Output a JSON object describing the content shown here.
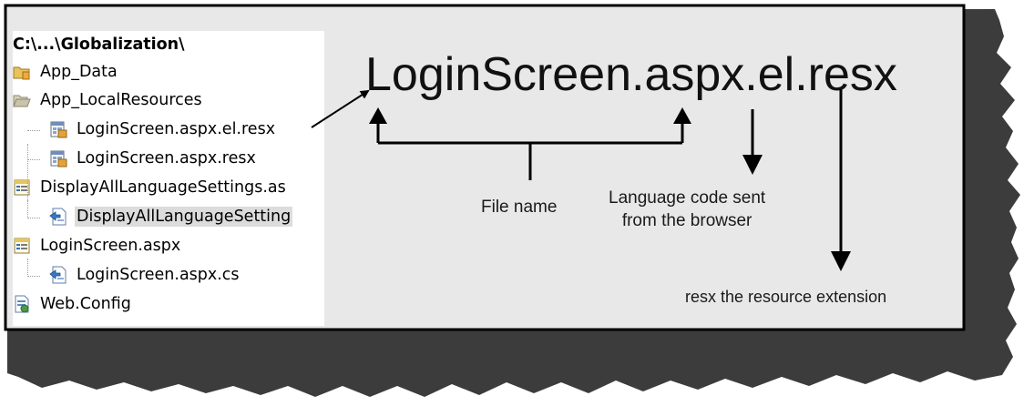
{
  "tree": {
    "root": "C:\\...\\Globalization\\",
    "items": [
      {
        "label": "App_Data",
        "icon": "folder-closed-icon"
      },
      {
        "label": "App_LocalResources",
        "icon": "folder-open-icon"
      },
      {
        "label": "LoginScreen.aspx.el.resx",
        "icon": "resx-file-icon"
      },
      {
        "label": "LoginScreen.aspx.resx",
        "icon": "resx-file-icon"
      },
      {
        "label": "DisplayAllLanguageSettings.as",
        "icon": "aspx-page-icon"
      },
      {
        "label": "DisplayAllLanguageSetting",
        "icon": "cs-code-file-icon",
        "selected": true
      },
      {
        "label": "LoginScreen.aspx",
        "icon": "aspx-page-icon"
      },
      {
        "label": "LoginScreen.aspx.cs",
        "icon": "cs-code-file-icon"
      },
      {
        "label": "Web.Config",
        "icon": "config-file-icon"
      }
    ]
  },
  "annotation": {
    "filename": "LoginScreen.aspx.el.resx",
    "file_name_label": "File name",
    "language_code_line1": "Language code sent",
    "language_code_line2": "from the browser",
    "resx_label": "resx the resource extension"
  },
  "colors": {
    "panel": "#e8e8e8",
    "frame": "#000000",
    "shadow": "#3a3a3a",
    "selection": "#dcdcdc"
  }
}
